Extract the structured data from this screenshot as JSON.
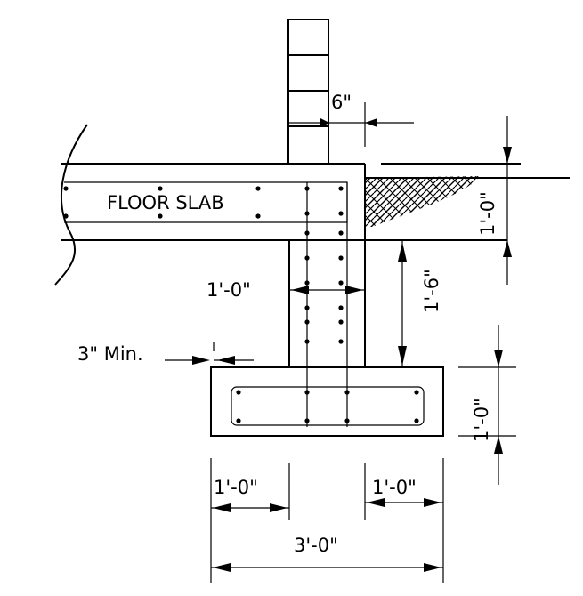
{
  "labels": {
    "floor_slab": "FLOOR SLAB",
    "wall_offset": "6\"",
    "slab_thickness": "1'-0\"",
    "stem_width": "1'-0\"",
    "stem_height": "1'-6\"",
    "min_cover": "3\" Min.",
    "footing_depth": "1'-0\"",
    "left_projection": "1'-0\"",
    "right_projection": "1'-0\"",
    "footing_width": "3'-0\""
  }
}
